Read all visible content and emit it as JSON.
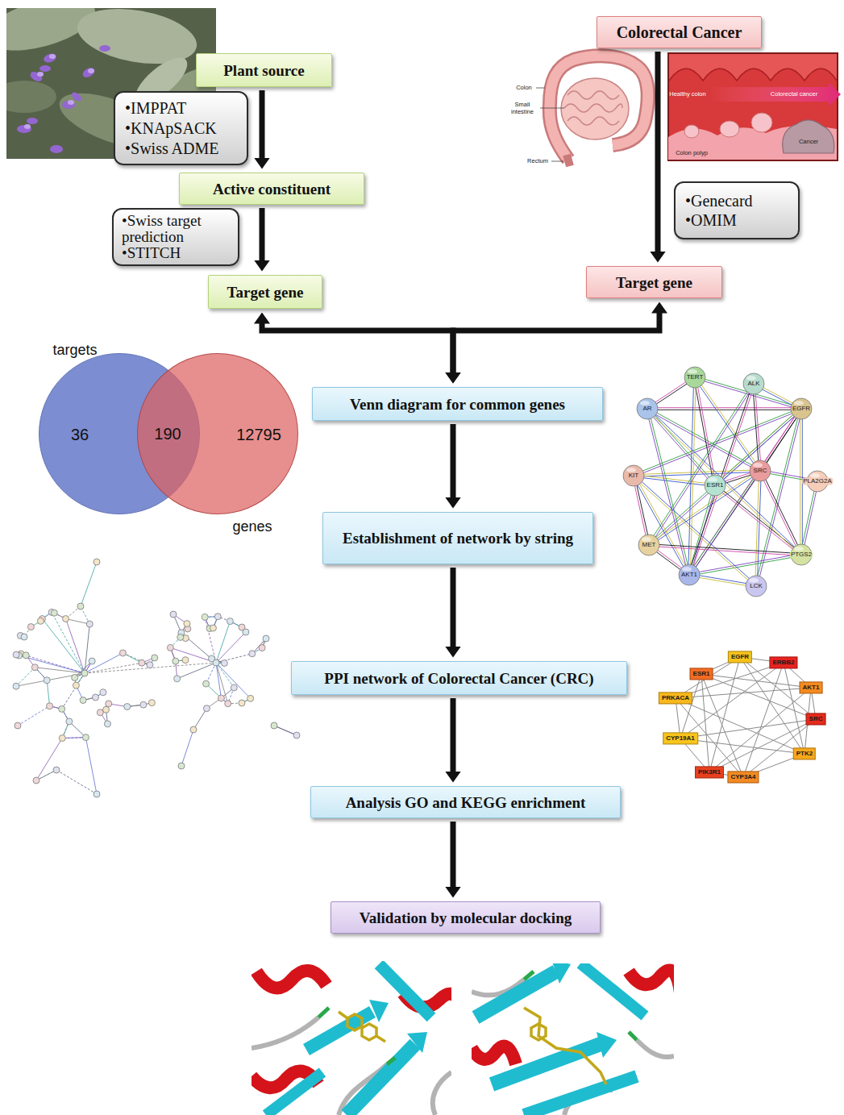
{
  "diagram": {
    "nodes": [
      {
        "text": [
          "Plant source"
        ]
      },
      {
        "text": [
          "•IMPPAT •KNApSACK •Swiss ADME"
        ]
      },
      {
        "text": [
          "Active constituent"
        ]
      },
      {
        "text": [
          "•Swiss target prediction •STITCH"
        ]
      },
      {
        "text": [
          "Target gene"
        ]
      },
      {
        "text": [
          "Colorectal Cancer"
        ]
      },
      {
        "text": [
          "•Genecard •OMIM"
        ]
      },
      {
        "text": [
          "Target gene"
        ]
      },
      {
        "text": [
          "Venn diagram for common genes"
        ]
      },
      {
        "text": [
          "targets",
          "36"
        ]
      },
      {
        "text": [
          "12795",
          "genes"
        ]
      },
      {
        "text": [
          "Establishment of network by string"
        ]
      },
      {
        "text": [
          "PPI network of Colorectal Cancer (CRC)"
        ]
      },
      {
        "text": [
          "Analysis GO and KEGG enrichment"
        ]
      },
      {
        "text": [
          "Validation by molecular docking"
        ]
      }
    ],
    "edges": [
      {
        "from": 0,
        "to": 2,
        "arrow": "to"
      },
      {
        "from": 2,
        "to": 4,
        "arrow": "to"
      },
      {
        "from": 5,
        "to": 7,
        "arrow": "to"
      },
      {
        "from": 4,
        "to": 8,
        "arrow": "both"
      },
      {
        "from": 7,
        "to": 8,
        "arrow": "both"
      },
      {
        "from": 8,
        "to": 11,
        "arrow": "to"
      },
      {
        "from": 11,
        "to": 12,
        "arrow": "to"
      },
      {
        "from": 12,
        "to": 13,
        "arrow": "to"
      },
      {
        "from": 13,
        "to": 14,
        "arrow": "to"
      }
    ],
    "labels": [
      "Colon",
      "Small intestine",
      "Rectum",
      "Healthy colon",
      "Colorectal cancer",
      "Colon polyp",
      "Cancer",
      "190",
      "TERT",
      "ALK",
      "AR",
      "EGFR",
      "KIT",
      "ESR1",
      "SRC",
      "PLA2G2A",
      "MET",
      "PTGS2",
      "AKT1",
      "LCK",
      "EGFR",
      "ERBB2",
      "ESR1",
      "AKT1",
      "PRKACA",
      "SRC",
      "CYP19A1",
      "PTK2",
      "PIK3R1",
      "CYP3A4"
    ]
  }
}
